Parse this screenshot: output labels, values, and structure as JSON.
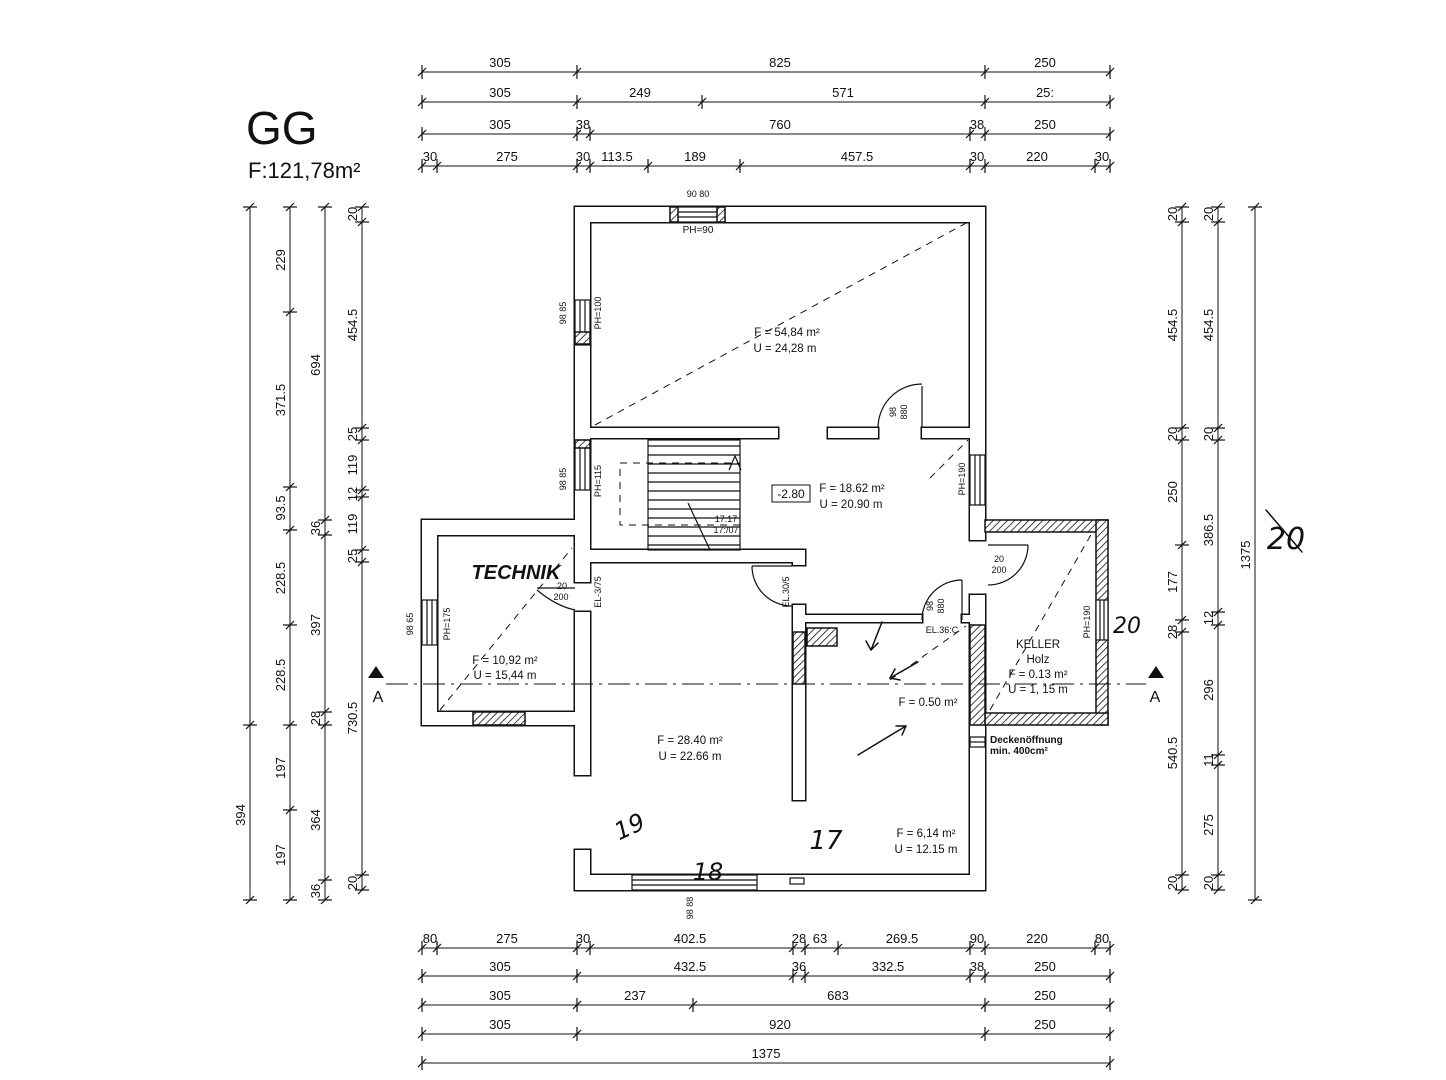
{
  "header": {
    "floor": "GG",
    "area": "F:121,78m²"
  },
  "dimensions": {
    "top": [
      [
        "305",
        "825",
        "250"
      ],
      [
        "305",
        "249",
        "571",
        "25:"
      ],
      [
        "305",
        "38",
        "760",
        "38",
        "250"
      ],
      [
        "30",
        "275",
        "30",
        "113.5",
        "189",
        "457.5",
        "30",
        "220",
        "30"
      ]
    ],
    "bottom": [
      [
        "80",
        "275",
        "30",
        "402.5",
        "28",
        "63",
        "269.5",
        "90",
        "220",
        "80"
      ],
      [
        "305",
        "432.5",
        "36",
        "332.5",
        "38",
        "250"
      ],
      [
        "305",
        "237",
        "683",
        "250"
      ],
      [
        "305",
        "920",
        "250"
      ],
      [
        "1375"
      ]
    ],
    "left": [
      [
        "394"
      ],
      [
        "229",
        "371.5",
        "93.5",
        "228.5",
        "228.5",
        "197",
        "197"
      ],
      [
        "694",
        "36",
        "397",
        "28",
        "364",
        "36"
      ],
      [
        "20",
        "454.5",
        "25",
        "119",
        "12",
        "119",
        "25",
        "730.5",
        "20"
      ]
    ],
    "right": [
      [
        "20",
        "454.5",
        "20",
        "250",
        "177",
        "28",
        "540.5",
        "20"
      ],
      [
        "20",
        "454.5",
        "20",
        "386.5",
        "12",
        "296",
        "11",
        "275",
        "20"
      ],
      [
        "1375"
      ]
    ]
  },
  "rooms": {
    "upper": {
      "area": "F = 54,84 m²",
      "perimeter": "U = 24,28 m"
    },
    "hall": {
      "level": "-2.80",
      "area": "F = 18.62 m²",
      "perimeter": "U = 20.90 m"
    },
    "technik": {
      "name": "TECHNIK",
      "area": "F = 10,92 m²",
      "perimeter": "U = 15,44 m"
    },
    "middle": {
      "area": "F = 28.40 m²",
      "perimeter": "U = 22.66 m"
    },
    "lower_right": {
      "area": "F = 6,14 m²",
      "perimeter": "U = 12.15 m"
    },
    "keller": {
      "name": "KELLER",
      "subtitle": "Holz",
      "area": "F = 0.13 m²",
      "perimeter": "U = 1, 15 m"
    },
    "shaft": {
      "area": "F = 0.50 m²"
    }
  },
  "notes": {
    "ceiling_opening": "Deckenöffnung",
    "ceiling_opening_min": "min. 400cm²"
  },
  "section": {
    "left": "A",
    "right": "A"
  },
  "windows": {
    "top": {
      "size": "90 80",
      "sill": "PH=90"
    },
    "upper_left": {
      "size": "98 85",
      "sill": "PH=100"
    },
    "stair": {
      "size": "98 85",
      "sill": "PH=115"
    },
    "technik": {
      "size": "98 65",
      "sill": "PH=175"
    },
    "hall_right": {
      "sill": "PH=190"
    },
    "keller": {
      "sill": "PH=190"
    },
    "bottom": {
      "size": "98 88"
    }
  },
  "doors": {
    "upper": {
      "width": "98",
      "height": "880"
    },
    "technik": {
      "width": "20",
      "height": "200",
      "mark": "EL-3/75"
    },
    "middle": {
      "mark": "EL.30/5"
    },
    "hall": {
      "width": "98",
      "height": "880",
      "mark": "EL.36:C"
    },
    "keller": {
      "width": "20",
      "height": "200"
    }
  },
  "stairs": {
    "label_a": "17.17",
    "label_b": "17:/07"
  },
  "handwritten": {
    "n17": "17",
    "n18": "18",
    "n19": "19",
    "n20_keller": "20",
    "n20_crossed": "20"
  }
}
